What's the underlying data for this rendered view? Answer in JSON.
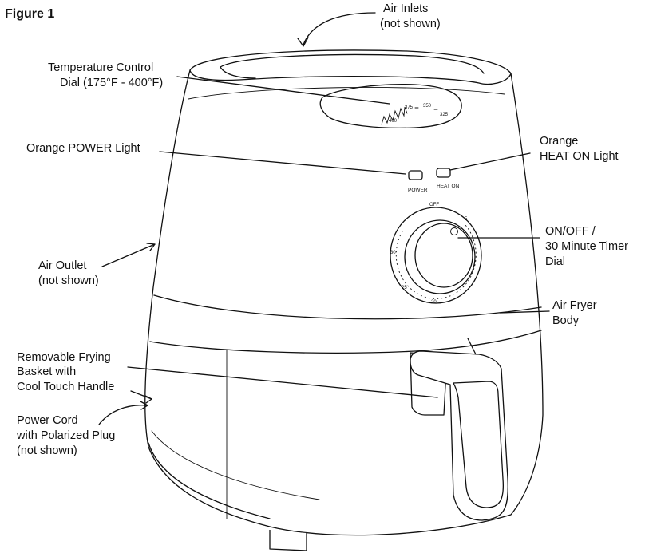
{
  "figure": {
    "title": "Figure 1"
  },
  "callouts": {
    "air_inlets": [
      "Air Inlets",
      "(not shown)"
    ],
    "temperature_control": [
      "Temperature Control",
      "Dial (175°F - 400°F)"
    ],
    "power_light": [
      "Orange POWER Light"
    ],
    "heat_on_light": [
      "Orange",
      "HEAT ON Light"
    ],
    "timer_dial": [
      "ON/OFF /",
      "30 Minute Timer",
      "Dial"
    ],
    "air_outlet": [
      "Air Outlet",
      "(not shown)"
    ],
    "body": [
      "Air Fryer",
      "Body"
    ],
    "basket": [
      "Removable Frying",
      "Basket with",
      "Cool Touch Handle"
    ],
    "power_cord": [
      "Power Cord",
      "with Polarized Plug",
      "(not shown)"
    ]
  },
  "panel": {
    "power_label": "POWER",
    "heat_label": "HEAT ON",
    "temp_marks": [
      "400",
      "375",
      "350",
      "325"
    ],
    "timer_marks": {
      "off": "OFF",
      "five": "5",
      "twenty": "20",
      "twentyfive": "25",
      "thirty": "30"
    }
  }
}
